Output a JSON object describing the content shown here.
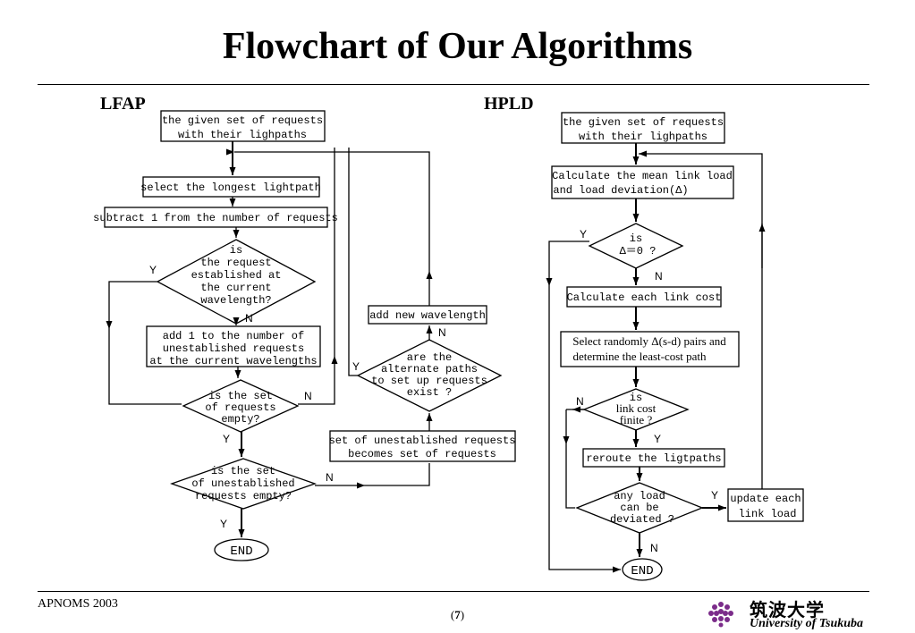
{
  "slide": {
    "title": "Flowchart of Our Algorithms",
    "footer_left": "APNOMS 2003",
    "page_number": "7",
    "university_jp": "筑波大学",
    "university_en": "University of Tsukuba"
  },
  "lfap": {
    "heading": "LFAP",
    "start": [
      "the given set of requests",
      "with their lighpaths"
    ],
    "select": "select the longest lightpath",
    "subtract": "subtract 1 from the number of requests",
    "decision_established": [
      "is",
      "the request",
      "established at",
      "the current",
      "wavelength?"
    ],
    "add_unestablished": [
      "add 1 to the number of",
      "unestablished requests",
      "at the current wavelengths"
    ],
    "decision_set_empty": [
      "is the set",
      "of requests",
      "empty?"
    ],
    "decision_unestablished_empty": [
      "is the set",
      "of unestablished",
      "requests empty?"
    ],
    "set_unestablished": [
      "set of unestablished requests",
      "becomes set of requests"
    ],
    "decision_alternate": [
      "are the",
      "alternate paths",
      "to set up requests",
      "exist ?"
    ],
    "add_wavelength": "add new wavelength",
    "end": "END"
  },
  "hpld": {
    "heading": "HPLD",
    "start": [
      "the given set of requests",
      "with their lighpaths"
    ],
    "calc_mean": [
      "Calculate the mean link load",
      "and load deviation(Δ)"
    ],
    "decision_delta": [
      "is",
      "Δ＝0 ?"
    ],
    "calc_cost": "Calculate each link cost",
    "select_random": [
      "Select randomly  Δ(s-d) pairs and",
      "determine  the least-cost path"
    ],
    "decision_finite": [
      "is",
      "link cost",
      "finite ?"
    ],
    "reroute": "reroute the ligtpaths",
    "decision_deviated": [
      "any load",
      "can be",
      "deviated ?"
    ],
    "update": [
      "update each",
      "link load"
    ],
    "end": "END"
  },
  "labels": {
    "yes": "Y",
    "no": "N"
  }
}
